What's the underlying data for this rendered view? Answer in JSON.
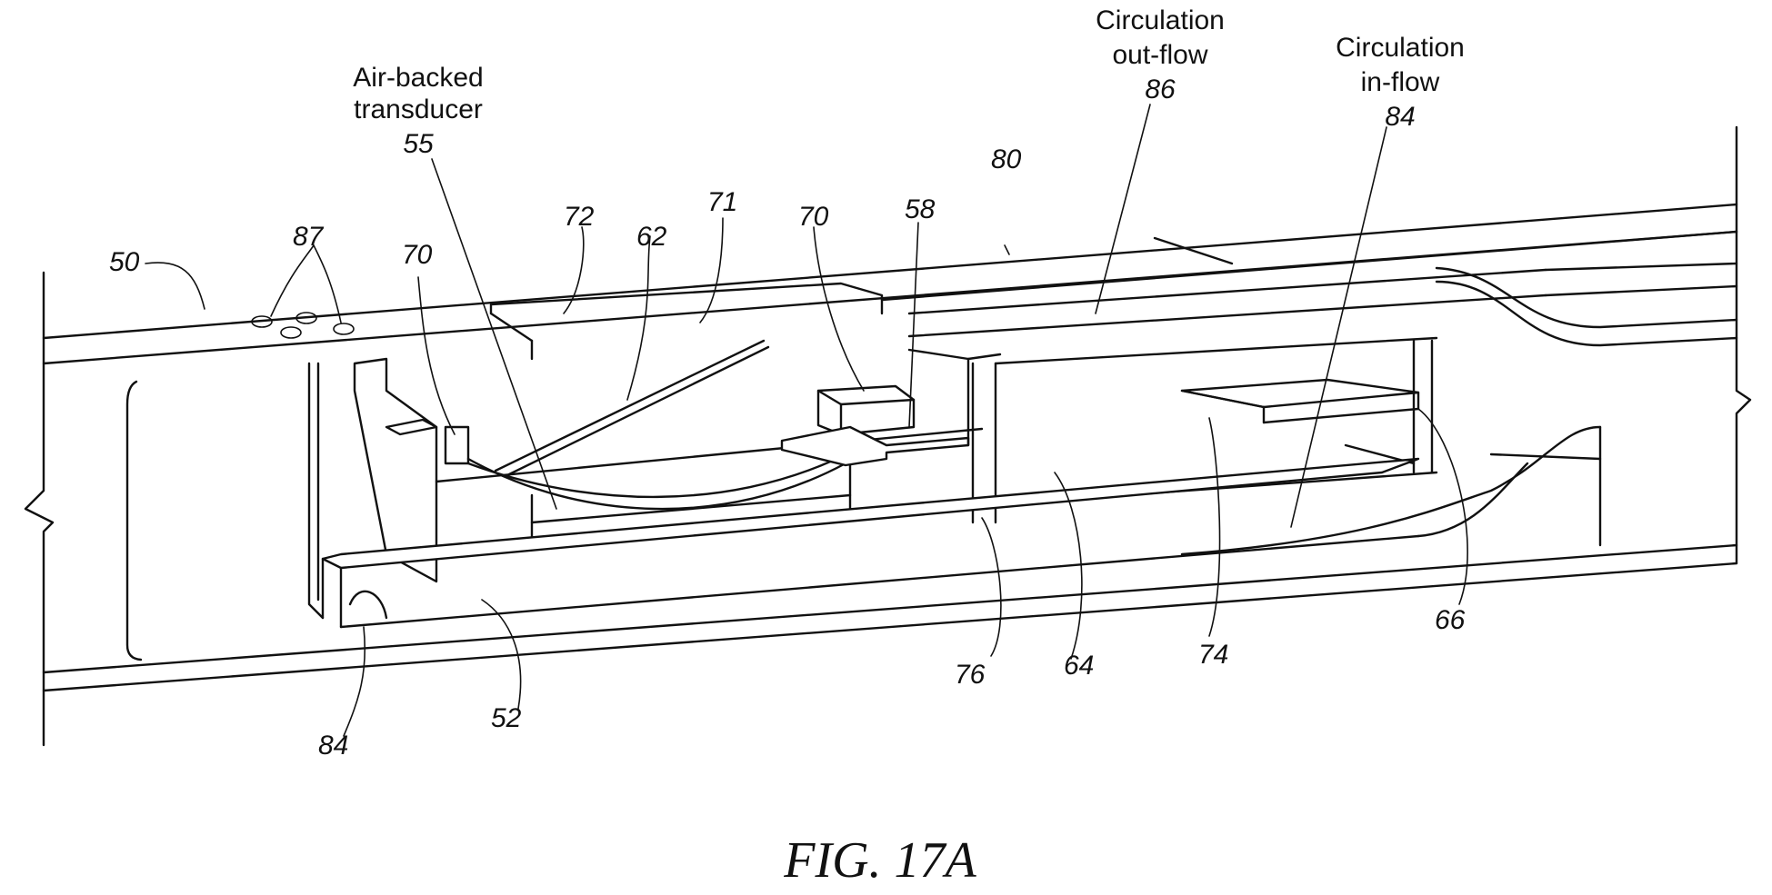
{
  "figure": {
    "caption": "FIG.  17A",
    "text_labels": {
      "air_backed_line1": "Air-backed",
      "air_backed_line2": "transducer",
      "air_backed_num": "55",
      "out_flow_line1": "Circulation",
      "out_flow_line2": "out-flow",
      "out_flow_num": "86",
      "in_flow_line1": "Circulation",
      "in_flow_line2": "in-flow",
      "in_flow_num": "84"
    },
    "reference_numerals": {
      "n50": "50",
      "n87": "87",
      "n70_left": "70",
      "n72": "72",
      "n62": "62",
      "n71": "71",
      "n70_mid": "70",
      "n58": "58",
      "n80": "80",
      "n84_bottom": "84",
      "n52": "52",
      "n76": "76",
      "n64": "64",
      "n74": "74",
      "n66": "66"
    }
  }
}
